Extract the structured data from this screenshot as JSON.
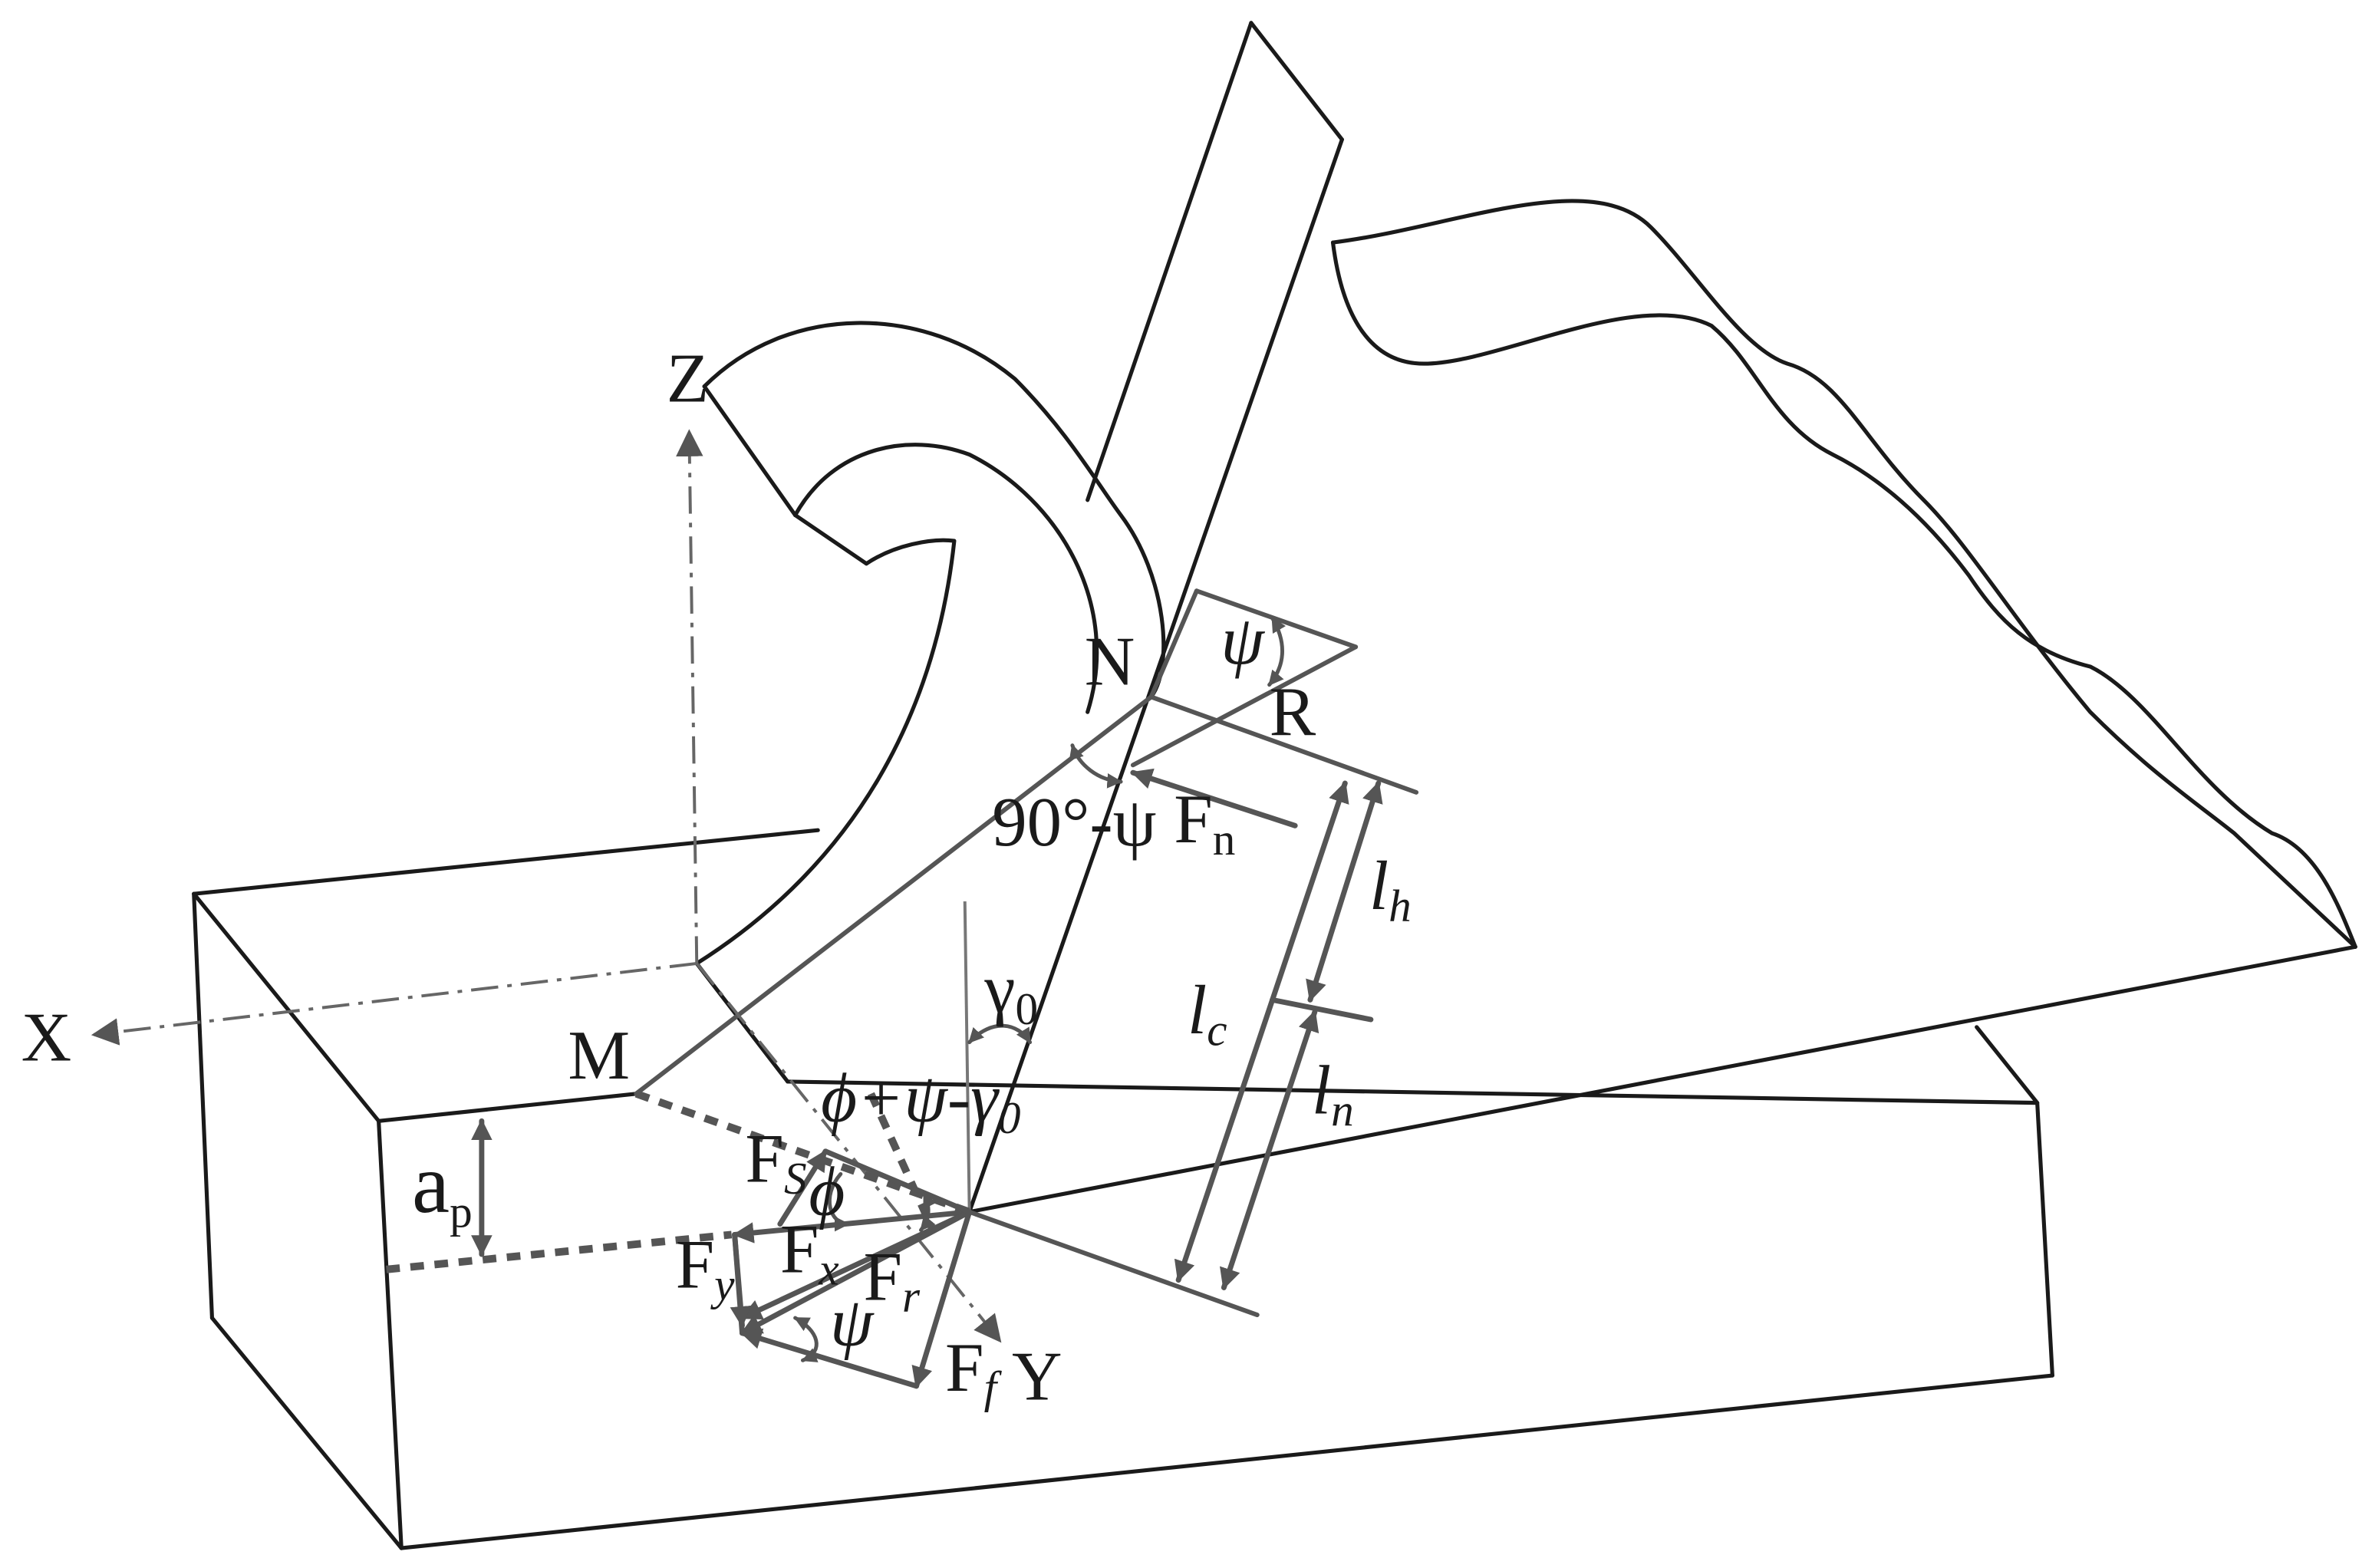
{
  "labels": {
    "axis_x": "X",
    "axis_y": "Y",
    "axis_z": "Z",
    "point_m": "M",
    "point_n": "N",
    "point_r": "R",
    "angle_psi": "ψ",
    "angle_90_psi": "90°-ψ",
    "angle_gamma0": "γ",
    "angle_gamma0_sub": "0",
    "angle_phi": "ϕ",
    "angle_combo": "ϕ+ψ-γ",
    "angle_combo_sub": "0",
    "angle_psi_lower": "ψ",
    "depth_ap": "a",
    "depth_ap_sub": "p",
    "force_fn": "F",
    "force_fn_sub": "n",
    "force_fs": "F",
    "force_fs_sub": "S",
    "force_fx": "F",
    "force_fx_sub": "x",
    "force_fy": "F",
    "force_fy_sub": "y",
    "force_fr": "F",
    "force_fr_sub": "r",
    "force_ff": "F",
    "force_ff_sub": "f",
    "length_lh": "l",
    "length_lh_sub": "h",
    "length_lc": "l",
    "length_lc_sub": "c",
    "length_ln": "l",
    "length_ln_sub": "n"
  },
  "colors": {
    "outline": "#1a1a1a",
    "force": "#555555"
  }
}
